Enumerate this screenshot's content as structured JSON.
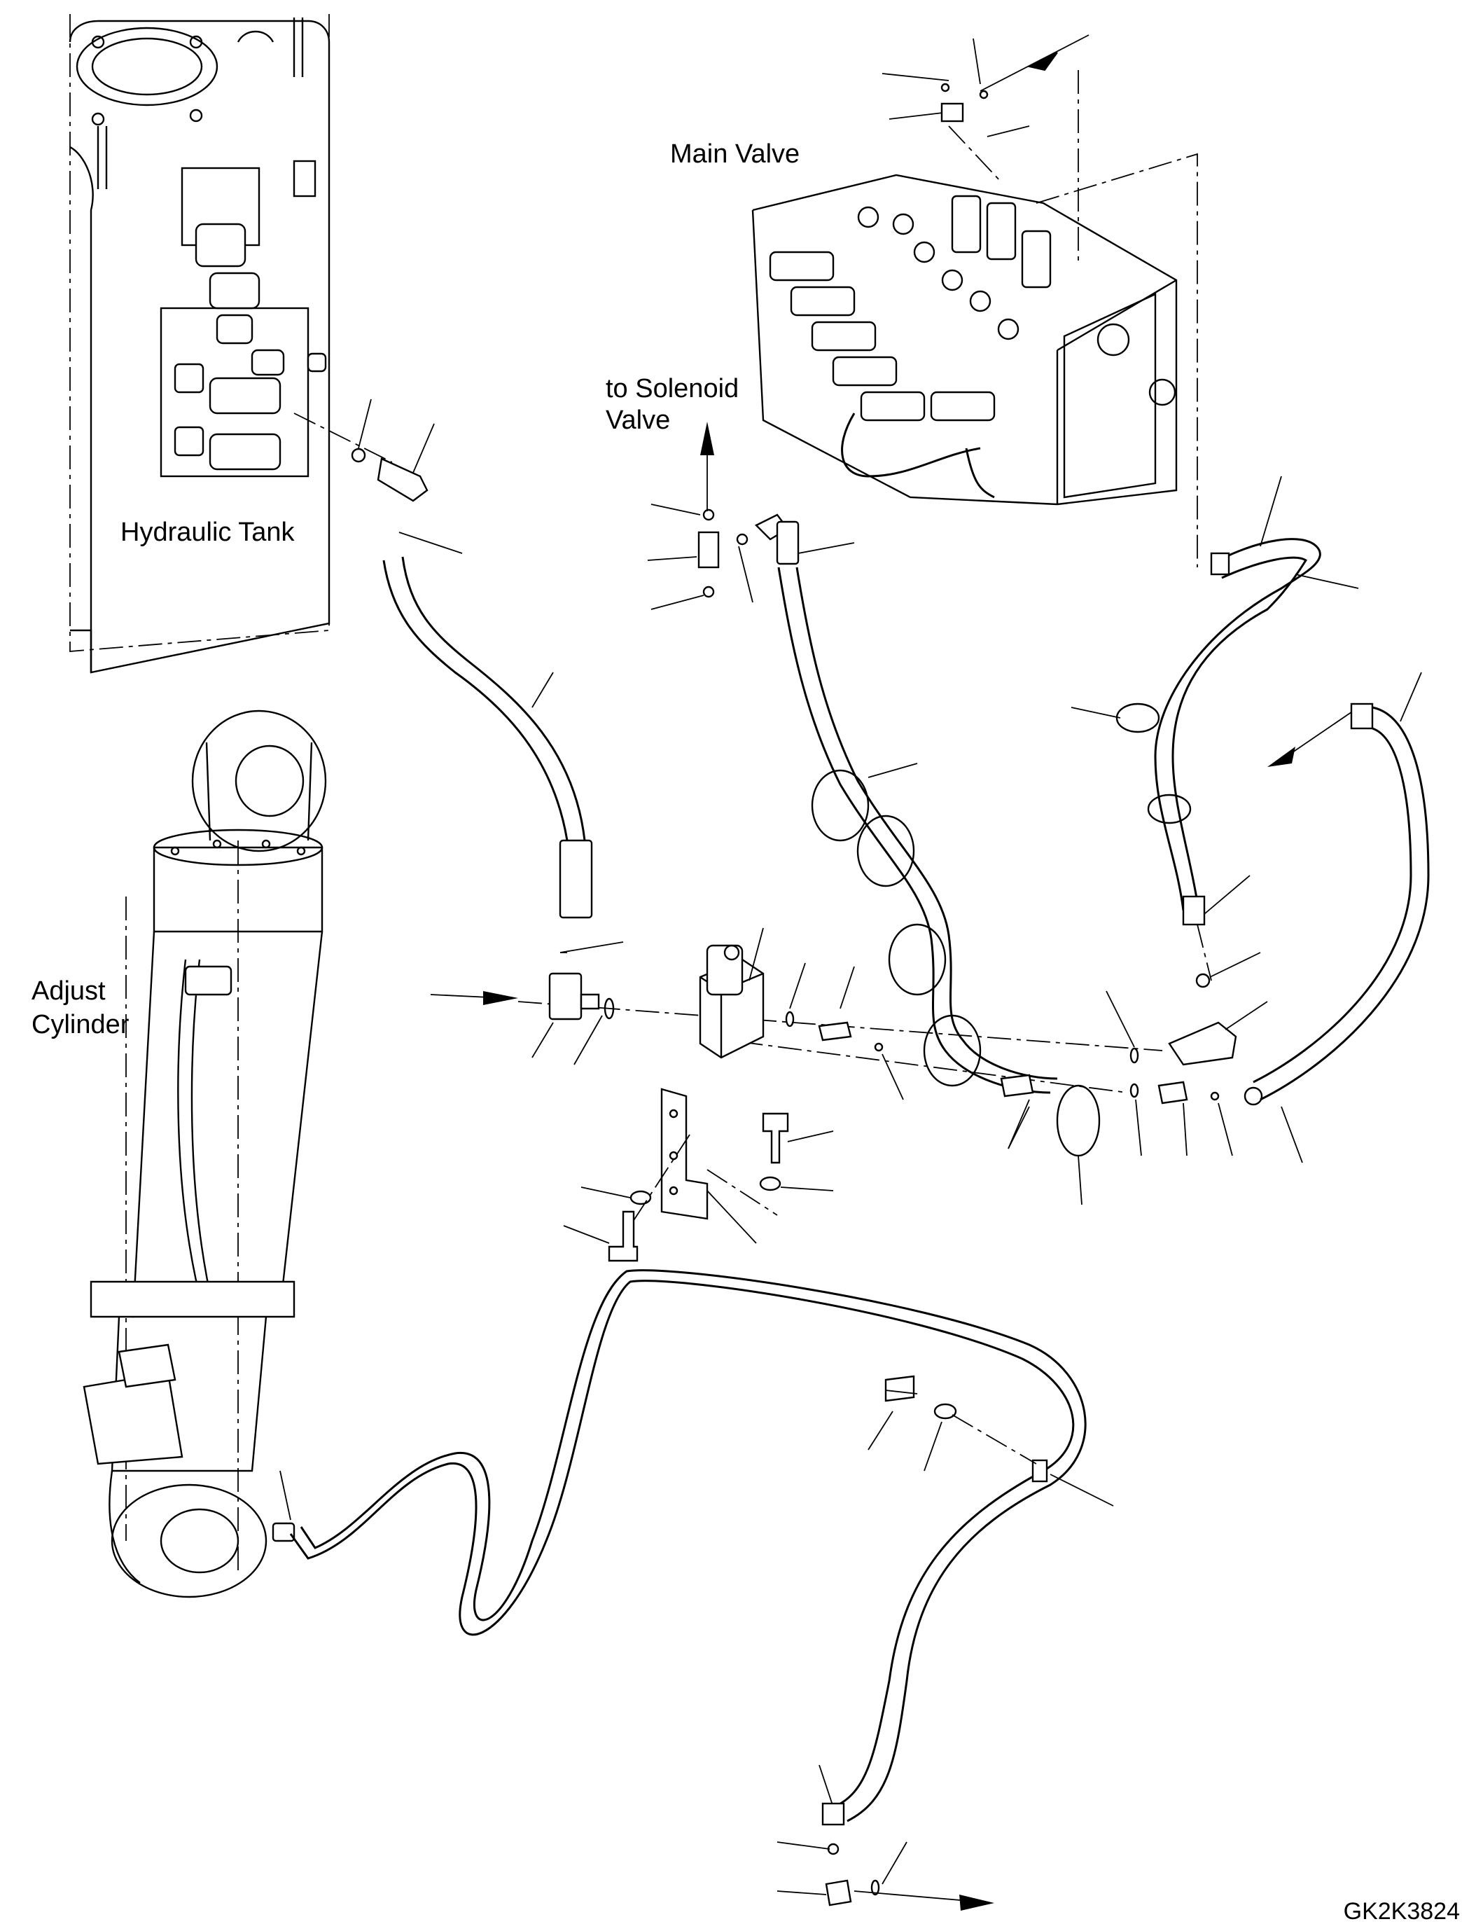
{
  "labels": {
    "main_valve": "Main Valve",
    "solenoid_line1": "to Solenoid",
    "solenoid_line2": "Valve",
    "hydraulic_tank": "Hydraulic Tank",
    "adjust_line1": "Adjust",
    "adjust_line2": "Cylinder",
    "drawing_code": "GK2K3824"
  },
  "icons": [
    "flow-arrow-icon",
    "flow-direction-arrow-icon"
  ]
}
